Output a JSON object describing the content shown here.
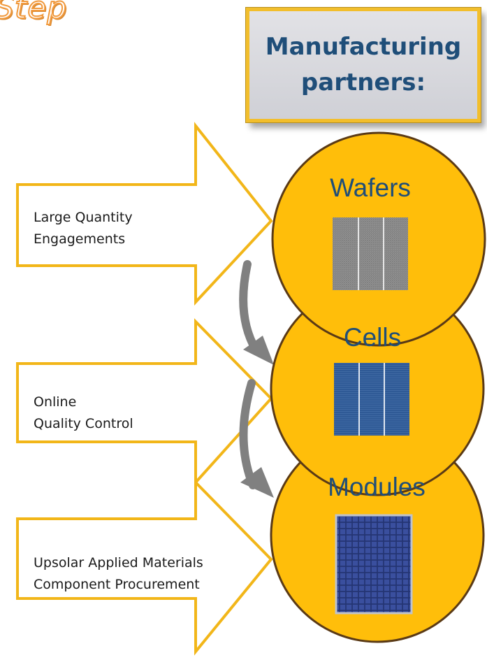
{
  "header": {
    "title": "Step"
  },
  "partners_box": {
    "line1": "Manufacturing",
    "line2": "partners:"
  },
  "arrows": [
    {
      "line1": "Large Quantity",
      "line2": "Engagements"
    },
    {
      "line1": "Online",
      "line2": "Quality Control"
    },
    {
      "line1": "Upsolar Applied Materials",
      "line2": "Component Procurement"
    }
  ],
  "stages": [
    {
      "label": "Wafers",
      "image": "wafer-image"
    },
    {
      "label": "Cells",
      "image": "solar-cell-image"
    },
    {
      "label": "Modules",
      "image": "solar-module-image"
    }
  ],
  "colors": {
    "circle_fill": "#ffbe0a",
    "circle_stroke": "#5a3a16",
    "arrow_stroke": "#f2b619",
    "stage_label": "#1f4e79",
    "title_orange": "#f19a3e",
    "flow_arrow": "#808080"
  }
}
